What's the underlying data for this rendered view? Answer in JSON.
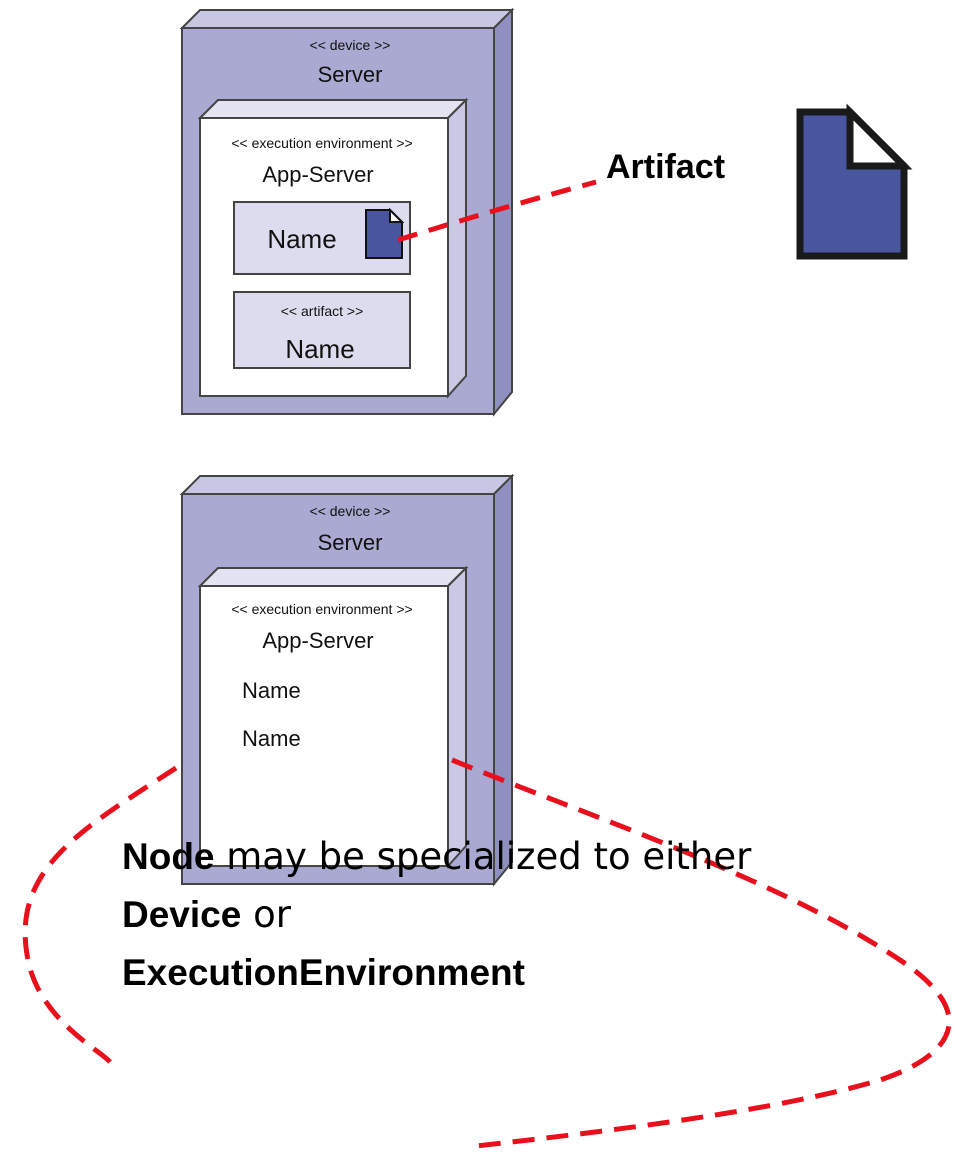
{
  "top_node": {
    "device_stereotype": "<< device >>",
    "device_name": "Server",
    "env_stereotype": "<< execution environment >>",
    "env_name": "App-Server",
    "artifact_icon_name": "Name",
    "artifact_stereotype": "<< artifact >>",
    "artifact_name": "Name"
  },
  "bottom_node": {
    "device_stereotype": "<< device >>",
    "device_name": "Server",
    "env_stereotype": "<< execution environment >>",
    "env_name": "App-Server",
    "item_1": "Name",
    "item_2": "Name"
  },
  "callout": {
    "artifact_label": "Artifact"
  },
  "note": {
    "node_word": "Node",
    "middle_text": " may be specialized to either",
    "device_word": "Device",
    "or_text": " or",
    "exec_env_word": "ExecutionEnvironment"
  },
  "colors": {
    "node_fill": "#a9a9d2",
    "node_side": "#8f8fc0",
    "artifact_icon": "#4a559f",
    "callout_line": "#e8101d"
  },
  "icons": [
    "document-icon"
  ]
}
